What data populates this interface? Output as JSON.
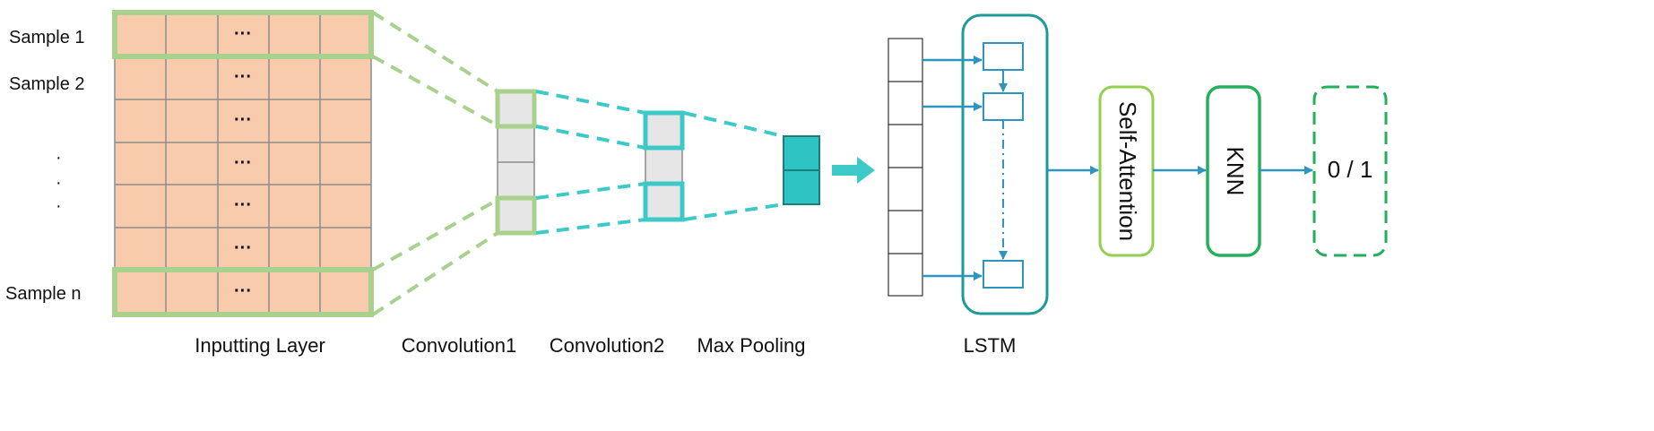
{
  "rows": {
    "sample_first": "Sample  1",
    "sample_second": "Sample  2",
    "sample_last": "Sample  n",
    "vertical_dots": [
      "·",
      "·",
      "·"
    ],
    "cell_ellipsis": "···"
  },
  "stages": {
    "input": "Inputting Layer",
    "conv1": "Convolution1",
    "conv2": "Convolution2",
    "pool": "Max  Pooling",
    "lstm": "LSTM"
  },
  "blocks": {
    "attention": "Self-Attention",
    "knn": "KNN",
    "output": "0 / 1"
  },
  "colors": {
    "input_fill": "#f8cbad",
    "grid_line": "#8c8c8c",
    "green_light": "#a9d18e",
    "teal": "#3ec9c9",
    "pool_fill": "#2ec4c4",
    "conv_fill": "#e6e6e6",
    "lstm_border": "#1f9a9a",
    "lstm_arrow": "#2e95c0",
    "attention_border": "#92d050",
    "knn_border": "#22b05a",
    "output_border": "#22b05a"
  }
}
